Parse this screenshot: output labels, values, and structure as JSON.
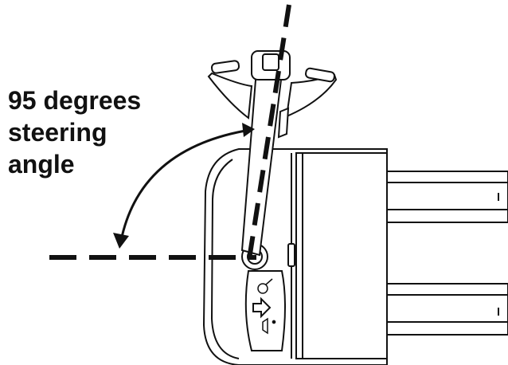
{
  "diagram": {
    "caption_lines": [
      "95 degrees",
      "steering",
      "angle"
    ],
    "steering_angle_degrees": 95
  },
  "colors": {
    "ink": "#111111",
    "paper": "#ffffff"
  },
  "icons": [
    "direction-arrow-icon",
    "turtle-speed-icon",
    "horn-icon"
  ]
}
